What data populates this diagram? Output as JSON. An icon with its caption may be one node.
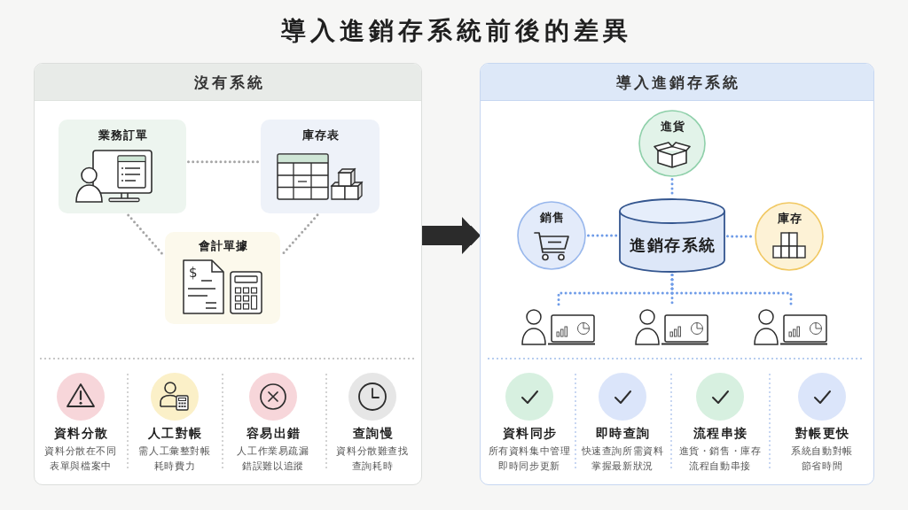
{
  "diagram": {
    "title": "導入進銷存系統前後的差異",
    "nodes": [
      {
        "text": [
          "沒有系統"
        ]
      },
      {
        "text": [
          "業務訂單"
        ],
        "in": 0
      },
      {
        "text": [
          "庫存表"
        ],
        "in": 0
      },
      {
        "text": [
          "會計單據",
          "$"
        ],
        "in": 0
      },
      {
        "text": [
          "導入進銷存系統"
        ]
      },
      {
        "text": [
          "進貨"
        ],
        "in": 4
      },
      {
        "text": [
          "銷售"
        ],
        "in": 4
      },
      {
        "text": [
          "進銷存系統"
        ],
        "in": 4
      },
      {
        "text": [
          "庫存"
        ],
        "in": 4
      },
      {
        "text": [],
        "shape": "person",
        "in": 4
      },
      {
        "text": [],
        "shape": "person",
        "in": 4
      },
      {
        "text": [],
        "shape": "person",
        "in": 4
      }
    ],
    "edges": [
      {
        "from": 1,
        "to": 2,
        "arrow": "none",
        "style": "dashed",
        "color": "#a6a6a6"
      },
      {
        "from": 1,
        "to": 3,
        "arrow": "none",
        "style": "dashed",
        "color": "#a6a6a6"
      },
      {
        "from": 2,
        "to": 3,
        "arrow": "none",
        "style": "dashed",
        "color": "#a6a6a6"
      },
      {
        "from": 0,
        "to": 4,
        "arrow": "to",
        "style": "thick",
        "color": "#2b2b2b"
      },
      {
        "from": 5,
        "to": 7,
        "arrow": "none",
        "style": "dashed"
      },
      {
        "from": 6,
        "to": 7,
        "arrow": "none",
        "style": "dashed"
      },
      {
        "from": 7,
        "to": 8,
        "arrow": "none",
        "style": "dashed"
      },
      {
        "from": 7,
        "to": 9,
        "arrow": "none",
        "style": "dashed"
      },
      {
        "from": 7,
        "to": 10,
        "arrow": "none",
        "style": "dashed"
      },
      {
        "from": 7,
        "to": 11,
        "arrow": "none",
        "style": "dashed"
      }
    ],
    "labels": [
      "資料分散",
      "資料分散在不同表單與檔案中",
      "人工對帳",
      "需人工彙整對帳耗時費力",
      "容易出錯",
      "人工作業易疏漏錯誤難以追蹤",
      "查詢慢",
      "資料分散難查找查詢耗時",
      "資料同步",
      "所有資料集中管理即時同步更新",
      "即時查詢",
      "快速查詢所需資料掌握最新狀況",
      "流程串接",
      "進貨・銷售・庫存流程自動串接",
      "對帳更快",
      "系統自動對帳節省時間"
    ]
  }
}
